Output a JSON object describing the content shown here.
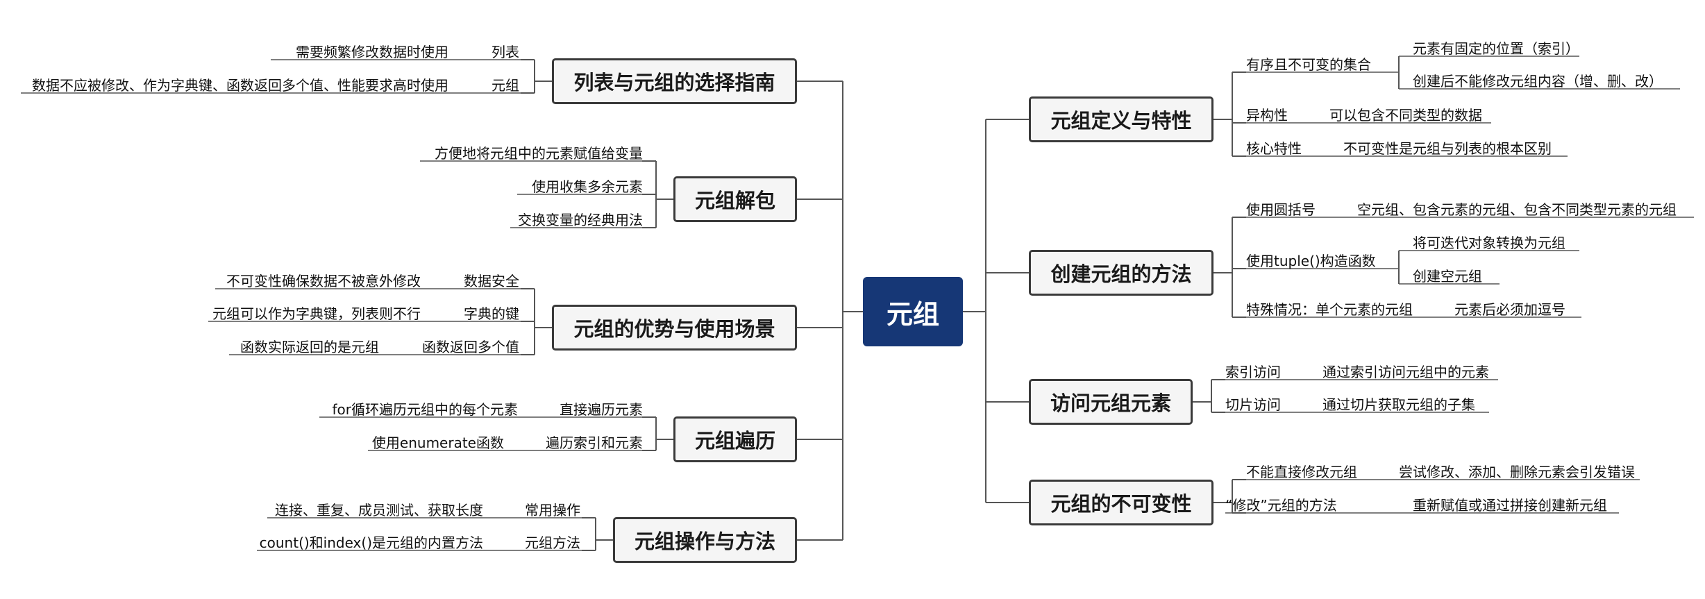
{
  "root": "元组",
  "right": [
    {
      "topic": "元组定义与特性",
      "children": [
        {
          "label": "有序且不可变的集合",
          "children": [
            "元素有固定的位置（索引）",
            "创建后不能修改元组内容（增、删、改）"
          ]
        },
        {
          "label": "异构性",
          "children": [
            "可以包含不同类型的数据"
          ]
        },
        {
          "label": "核心特性",
          "children": [
            "不可变性是元组与列表的根本区别"
          ]
        }
      ]
    },
    {
      "topic": "创建元组的方法",
      "children": [
        {
          "label": "使用圆括号",
          "children": [
            "空元组、包含元素的元组、包含不同类型元素的元组"
          ]
        },
        {
          "label": "使用tuple()构造函数",
          "children": [
            "将可迭代对象转换为元组",
            "创建空元组"
          ]
        },
        {
          "label": "特殊情况：单个元素的元组",
          "children": [
            "元素后必须加逗号"
          ]
        }
      ]
    },
    {
      "topic": "访问元组元素",
      "children": [
        {
          "label": "索引访问",
          "children": [
            "通过索引访问元组中的元素"
          ]
        },
        {
          "label": "切片访问",
          "children": [
            "通过切片获取元组的子集"
          ]
        }
      ]
    },
    {
      "topic": "元组的不可变性",
      "children": [
        {
          "label": "不能直接修改元组",
          "children": [
            "尝试修改、添加、删除元素会引发错误"
          ]
        },
        {
          "label": "“修改”元组的方法",
          "children": [
            "重新赋值或通过拼接创建新元组"
          ]
        }
      ]
    }
  ],
  "left": [
    {
      "topic": "列表与元组的选择指南",
      "children": [
        {
          "label": "列表",
          "children": [
            "需要频繁修改数据时使用"
          ]
        },
        {
          "label": "元组",
          "children": [
            "数据不应被修改、作为字典键、函数返回多个值、性能要求高时使用"
          ]
        }
      ]
    },
    {
      "topic": "元组解包",
      "children": [
        {
          "label": "方便地将元组中的元素赋值给变量",
          "children": []
        },
        {
          "label": "使用收集多余元素",
          "children": []
        },
        {
          "label": "交换变量的经典用法",
          "children": []
        }
      ]
    },
    {
      "topic": "元组的优势与使用场景",
      "children": [
        {
          "label": "数据安全",
          "children": [
            "不可变性确保数据不被意外修改"
          ]
        },
        {
          "label": "字典的键",
          "children": [
            "元组可以作为字典键，列表则不行"
          ]
        },
        {
          "label": "函数返回多个值",
          "children": [
            "函数实际返回的是元组"
          ]
        }
      ]
    },
    {
      "topic": "元组遍历",
      "children": [
        {
          "label": "直接遍历元素",
          "children": [
            "for循环遍历元组中的每个元素"
          ]
        },
        {
          "label": "遍历索引和元素",
          "children": [
            "使用enumerate函数"
          ]
        }
      ]
    },
    {
      "topic": "元组操作与方法",
      "children": [
        {
          "label": "常用操作",
          "children": [
            "连接、重复、成员测试、获取长度"
          ]
        },
        {
          "label": "元组方法",
          "children": [
            "count()和index()是元组的内置方法"
          ]
        }
      ]
    }
  ]
}
